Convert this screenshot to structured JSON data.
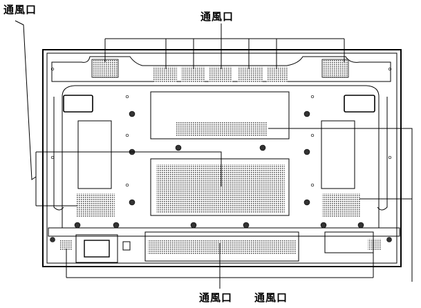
{
  "labels": {
    "top_left": "通風口",
    "top_center": "通風口",
    "bottom_left": "通風口",
    "bottom_right": "通風口"
  },
  "colors": {
    "line": "#000000",
    "vent": "#555555",
    "panel": "#ffffff"
  }
}
